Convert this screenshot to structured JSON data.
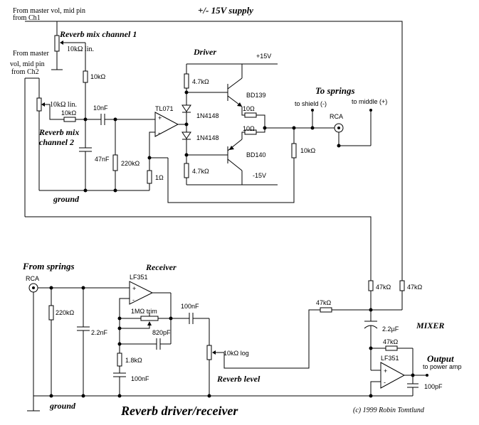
{
  "labels": {
    "supply": "+/- 15V supply",
    "ch1_src_1": "From master vol, mid pin",
    "ch1_src_2": "from Ch1",
    "mix_ch1": "Reverb mix channel 1",
    "pot1": "10kΩ lin.",
    "ch2_src_1": "From master",
    "ch2_src_2": "vol, mid pin",
    "ch2_src_3": "from Ch2",
    "r_10k_top": "10kΩ",
    "pot2": "10kΩ lin.",
    "r_10k_mid": "10kΩ",
    "mix_ch2_1": "Reverb mix",
    "mix_ch2_2": "channel 2",
    "c_47n": "47nF",
    "c_10n": "10nF",
    "r_220k_top": "220kΩ",
    "r_1": "1Ω",
    "ground_top": "ground",
    "driver": "Driver",
    "opamp_drv": "TL071",
    "plus15": "+15V",
    "minus15": "-15V",
    "r_4k7_top": "4.7kΩ",
    "r_4k7_bot": "4.7kΩ",
    "d1": "1N4148",
    "d2": "1N4148",
    "q1": "BD139",
    "q2": "BD140",
    "r_10_top": "10Ω",
    "r_10_bot": "10Ω",
    "r_10k_out": "10kΩ",
    "to_springs": "To springs",
    "to_shield": "to shield (-)",
    "to_middle": "to middle (+)",
    "rca_out": "RCA",
    "from_springs": "From springs",
    "rca_in": "RCA",
    "receiver": "Receiver",
    "opamp_rx": "LF351",
    "trim": "1MΩ  trim",
    "c_820p": "820pF",
    "r_1k8": "1.8kΩ",
    "c_100n_bot": "100nF",
    "c_100n_top": "100nF",
    "r_220k_bot": "220kΩ",
    "c_2n2": "2.2nF",
    "ground_bot": "ground",
    "pot_level": "10kΩ log",
    "reverb_level": "Reverb level",
    "r_47k_mix": "47kΩ",
    "r_47k_v1": "47kΩ",
    "r_47k_v2": "47kΩ",
    "mixer": "MIXER",
    "c_2u2": "2.2µF",
    "r_47k_fb": "47kΩ",
    "opamp_mix": "LF351",
    "output": "Output",
    "to_power_amp": "to power amp",
    "c_100p": "100pF",
    "title": "Reverb driver/receiver",
    "copyright": "(c) 1999 Robin Tomtlund",
    "plus_sign": "+",
    "minus_sign": "-"
  }
}
